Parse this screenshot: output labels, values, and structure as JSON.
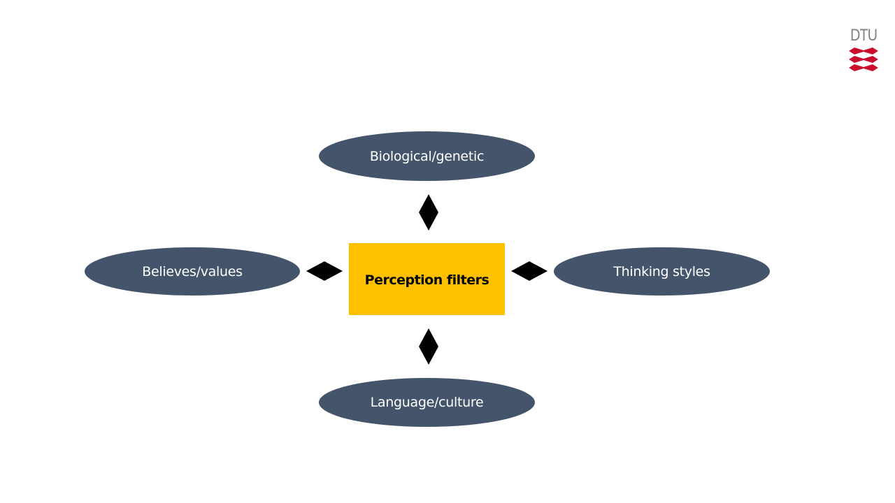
{
  "logo": {
    "text": "DTU",
    "mark_color": "#c8102e",
    "text_color": "#808080"
  },
  "diagram": {
    "center": {
      "label": "Perception filters",
      "color": "#ffc000"
    },
    "nodes": {
      "top": {
        "label": "Biological/genetic"
      },
      "left": {
        "label": "Believes/values"
      },
      "right": {
        "label": "Thinking styles"
      },
      "bottom": {
        "label": "Language/culture"
      }
    },
    "node_color": "#44546a",
    "connector": "double-headed diamond arrow",
    "connector_color": "#000000"
  }
}
